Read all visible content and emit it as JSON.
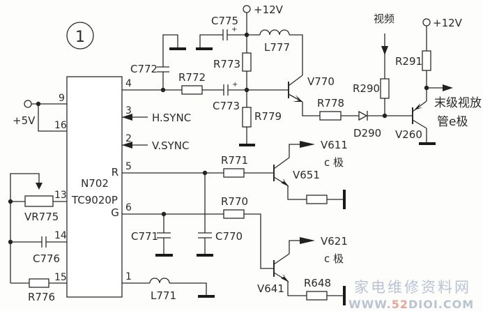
{
  "diagram": {
    "type": "circuit-schematic",
    "figure_number": "1",
    "ic": {
      "ref": "N702",
      "part": "TC9020P",
      "pins": {
        "p9": "9",
        "p16": "16",
        "p13": "13",
        "p14": "14",
        "p15": "15",
        "p4": "4",
        "p3": "3",
        "p2": "2",
        "p5": "5",
        "p6": "6",
        "p1": "1",
        "r_label": "R",
        "g_label": "G"
      }
    },
    "supplies": {
      "plus5v": "+5V",
      "plus12v_a": "+12V",
      "plus12v_b": "+12V"
    },
    "signals": {
      "hsync": "H.SYNC",
      "vsync": "V.SYNC",
      "video_in": "视频",
      "output_line1": "末级视放",
      "output_line2": "管e极",
      "v611_ref": "V611",
      "v611_pin": "c 极",
      "v621_ref": "V621",
      "v621_pin": "c 极"
    },
    "components": {
      "C775": "C775",
      "C772": "C772",
      "R772": "R772",
      "C773": "C773",
      "R773": "R773",
      "R779": "R779",
      "L777": "L777",
      "V770": "V770",
      "R778": "R778",
      "D290": "D290",
      "R290": "R290",
      "R291": "R291",
      "V260": "V260",
      "R771": "R771",
      "R770": "R770",
      "V651": "V651",
      "V641": "V641",
      "R648": "R648",
      "C771": "C771",
      "C770": "C770",
      "L771": "L771",
      "VR775": "VR775",
      "C776": "C776",
      "R776": "R776"
    },
    "watermark": {
      "line1": "家电维修资料网",
      "line2_prefix": "WWW.",
      "line2_highlight": "52",
      "line2_suffix": "DIOI.COM"
    }
  }
}
